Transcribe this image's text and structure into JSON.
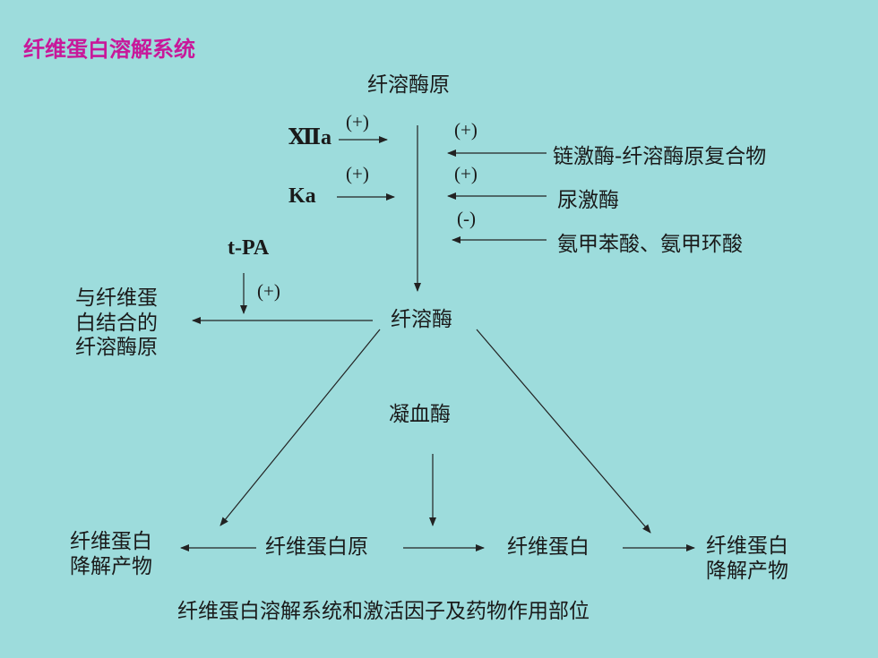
{
  "title": "纤维蛋白溶解系统",
  "nodes": {
    "plasminogen": "纤溶酶原",
    "f12a": "Ⅻa",
    "ka": "Ka",
    "sk_complex": "链激酶-纤溶酶原复合物",
    "urokinase": "尿激酶",
    "inhibitors": "氨甲苯酸、氨甲环酸",
    "tpa": "t-PA",
    "fibrin_bound_line1": "与纤维蛋",
    "fibrin_bound_line2": "白结合的",
    "fibrin_bound_line3": "纤溶酶原",
    "plasmin": "纤溶酶",
    "thrombin": "凝血酶",
    "fdp_left_line1": "纤维蛋白",
    "fdp_left_line2": "降解产物",
    "fibrinogen": "纤维蛋白原",
    "fibrin": "纤维蛋白",
    "fdp_right_line1": "纤维蛋白",
    "fdp_right_line2": "降解产物"
  },
  "signs": {
    "f12a": "(+)",
    "sk_complex": "(+)",
    "ka": "(+)",
    "urokinase": "(+)",
    "inhibitors": "(-)",
    "tpa": "(+)"
  },
  "caption": "纤维蛋白溶解系统和激活因子及药物作用部位"
}
